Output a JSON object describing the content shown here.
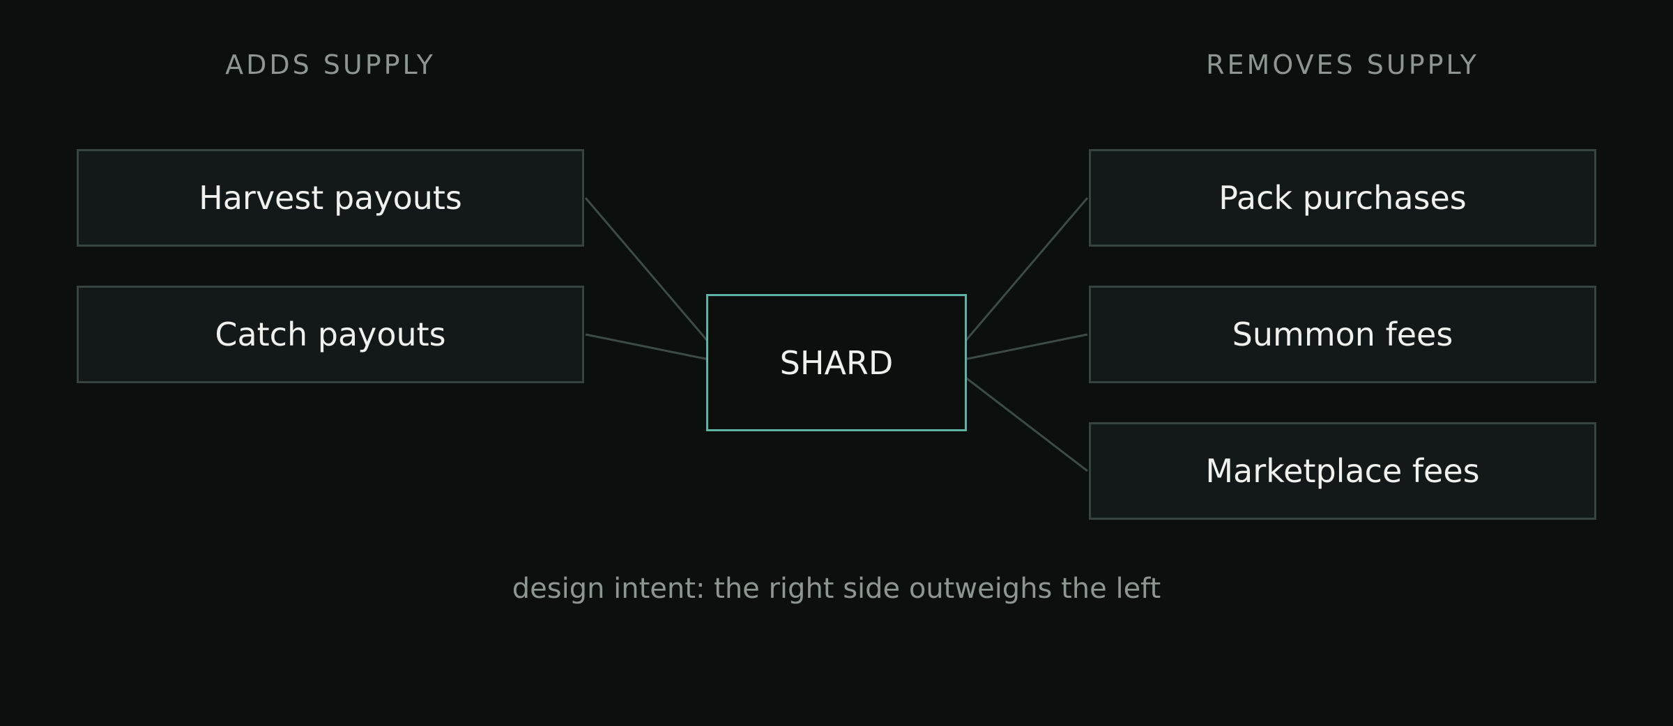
{
  "headings": {
    "left": "ADDS SUPPLY",
    "right": "REMOVES SUPPLY"
  },
  "hub": {
    "label": "SHARD"
  },
  "sources": [
    {
      "label": "Harvest payouts"
    },
    {
      "label": "Catch payouts"
    }
  ],
  "sinks": [
    {
      "label": "Pack purchases"
    },
    {
      "label": "Summon fees"
    },
    {
      "label": "Marketplace fees"
    }
  ],
  "caption": "design intent: the right side outweighs the left",
  "colors": {
    "background": "#0b0f0e",
    "node_fill": "#131918",
    "node_border": "#38443f",
    "hub_border": "#5fb2a4",
    "connector": "#3e4a46",
    "text": "#eef1ee",
    "muted_text": "#8e9692"
  }
}
